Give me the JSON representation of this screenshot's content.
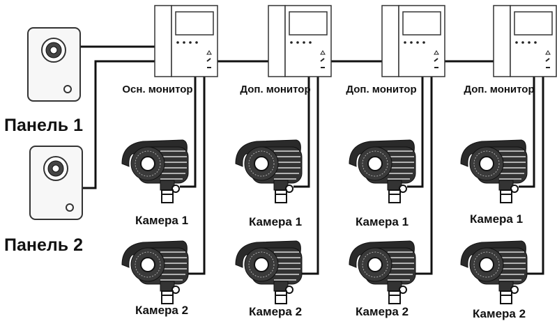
{
  "panels": [
    {
      "label": "Панель 1"
    },
    {
      "label": "Панель 2"
    }
  ],
  "monitors": [
    {
      "label": "Осн. монитор"
    },
    {
      "label": "Доп. монитор"
    },
    {
      "label": "Доп. монитор"
    },
    {
      "label": "Доп. монитор"
    }
  ],
  "cameras": {
    "camera1_label": "Камера 1",
    "camera2_label": "Камера 2"
  },
  "colors": {
    "line": "#111111",
    "device_stroke": "#333333",
    "background": "#ffffff"
  }
}
